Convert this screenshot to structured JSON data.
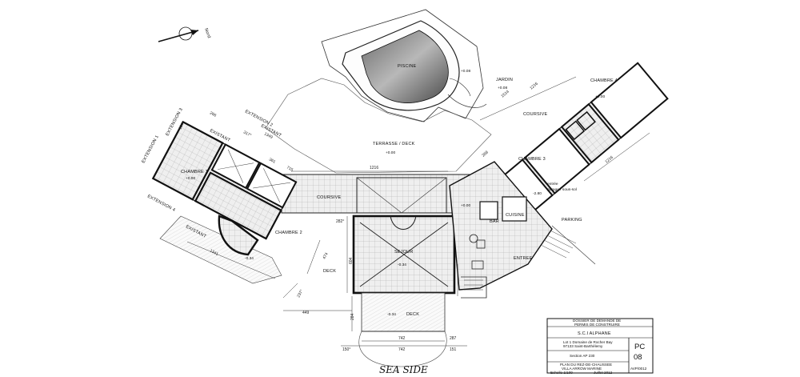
{
  "north_label": "Nord",
  "rooms": {
    "piscine": "PISCINE",
    "terrasse": "TERRASSE / DECK",
    "jardin": "JARDIN",
    "chambre1": "CHAMBRE 1",
    "chambre2": "CHAMBRE 2",
    "chambre3": "CHAMBRE 3",
    "chambre4": "CHAMBRE 4",
    "coursive_left": "COURSIVE",
    "coursive_right": "COURSIVE",
    "sejour": "SEJOUR",
    "deck_left": "DECK",
    "deck_bottom": "DECK",
    "bar": "BAR",
    "cuisine": "CUISINE",
    "entree": "ENTREE",
    "parking": "PARKING",
    "entree_garage_1": "entrée",
    "entree_garage_2": "garage / sous-sol",
    "existant_1": "EXISTANT",
    "existant_2": "EXISTANT",
    "existant_3": "EXISTANT",
    "ext_1": "EXTENSION 1",
    "ext_2": "EXTENSION 2",
    "ext_3": "EXTENSION 3",
    "ext_4": "EXTENSION 4"
  },
  "levels": {
    "pool": "+0.08",
    "jardin": "+0.08",
    "terrasse": "+0.00",
    "chambre1": "+0.00",
    "chambre4": "+0.00",
    "sejour": "-0.34",
    "deck_bottom": "-0.34",
    "left_round": "-0.34",
    "right_mid": "+0.00",
    "cuisine": "-2.80"
  },
  "dimensions": {
    "d1216_top": "1216",
    "d1216_right": "1216",
    "d1514": "1514",
    "d1216_ext": "1216",
    "d1341": "1341",
    "d449": "449",
    "d742_a": "742",
    "d742_b": "742",
    "d150": "150°",
    "d287": "287",
    "d151": "151",
    "d284": "284",
    "d604": "604",
    "d282": "282°",
    "d474": "474",
    "d237": "237°",
    "d715": "715",
    "d361": "361",
    "d266": "266",
    "d1349": "1349",
    "d317": "317°",
    "d268": "268",
    "d187": "187°"
  },
  "title_block": {
    "header_1": "DOSSIER DE DEMANDE DE",
    "header_2": "PERMIS DE CONSTRUIRE",
    "client": "S.C.I ALPHANE",
    "address_1": "Lot 1 Domaine de Rocher Bay",
    "address_2": "97133 Saint-Barthélemy",
    "section": "Section AP 230",
    "drawing_1": "PLAN DU REZ-DE-CHAUSSEE",
    "drawing_2": "VILLA ARROW MARINE",
    "scale": "Echelle 1/100",
    "date": "Juillet 2012",
    "pc_label": "PC",
    "pc_number": "08",
    "code": "AVP/0012"
  },
  "handwritten_note": "SEA SIDE"
}
